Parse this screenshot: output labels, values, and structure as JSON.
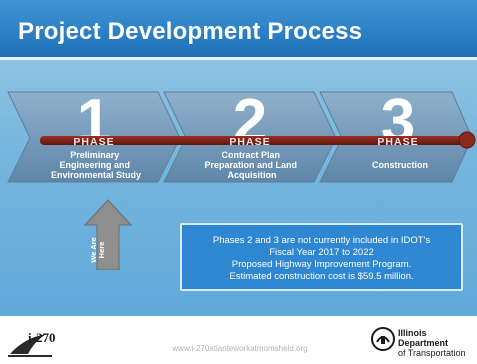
{
  "title": "Project Development Process",
  "phases": [
    {
      "number": "1",
      "phase_word": "PHASE",
      "label_lines": [
        "Preliminary",
        "Engineering and",
        "Environmental Study"
      ]
    },
    {
      "number": "2",
      "phase_word": "PHASE",
      "label_lines": [
        "Contract Plan",
        "Preparation and Land",
        "Acquisition"
      ]
    },
    {
      "number": "3",
      "phase_word": "PHASE",
      "label_lines": [
        "Construction"
      ]
    }
  ],
  "here_marker": {
    "lines": [
      "We Are",
      "Here"
    ]
  },
  "info_lines": [
    "Phases 2 and 3 are not currently included in IDOT's",
    "Fiscal Year 2017 to 2022",
    "Proposed Highway Improvement Program.",
    "Estimated construction cost is $59.5 million."
  ],
  "footer": {
    "url": "www.i-270atlanteworkatmomsheld.org",
    "left_logo_text": "i-270",
    "right_logo_lines": [
      "Illinois Department",
      "of Transportation"
    ]
  },
  "colors": {
    "title_bar": "#1f6fb7",
    "chevron": "#7aa0bf",
    "timeline_bar": "#7a2018",
    "info_box": "#2f86d1"
  }
}
